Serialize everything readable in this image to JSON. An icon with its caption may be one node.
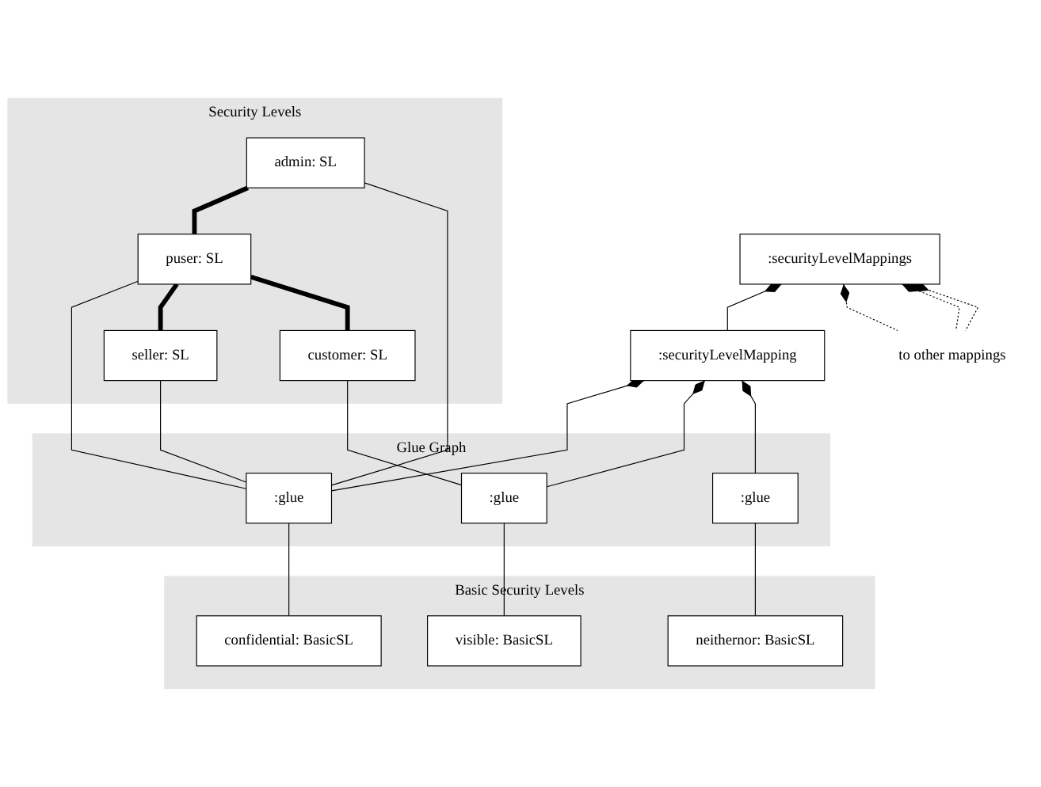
{
  "diagram": {
    "nodes": [
      {
        "text": [
          ":securityLevelMappings"
        ]
      },
      {
        "text": [
          ":securityLevelMapping"
        ]
      },
      {
        "text": [
          "Security Levels"
        ]
      },
      {
        "text": [
          "admin: SL"
        ],
        "in": 2
      },
      {
        "text": [
          "puser: SL"
        ],
        "in": 2
      },
      {
        "text": [
          "seller: SL"
        ],
        "in": 2
      },
      {
        "text": [
          "customer: SL"
        ],
        "in": 2
      },
      {
        "text": [
          "Glue Graph"
        ]
      },
      {
        "text": [
          ":glue"
        ],
        "in": 7
      },
      {
        "text": [
          ":glue"
        ],
        "in": 7
      },
      {
        "text": [
          ":glue"
        ],
        "in": 7
      },
      {
        "text": [
          "Basic Security Levels"
        ]
      },
      {
        "text": [
          "confidential: BasicSL"
        ],
        "in": 11
      },
      {
        "text": [
          "neithernor: BasicSL"
        ],
        "in": 11
      },
      {
        "text": [
          "visible: BasicSL"
        ],
        "in": 11
      },
      {
        "text": [
          "to other mappings"
        ]
      }
    ],
    "edges": [
      {
        "from": 0,
        "to": 1,
        "arrow": "other"
      },
      {
        "from": 0,
        "to": 15,
        "arrow": "other",
        "style": "dashed"
      },
      {
        "from": 0,
        "to": 15,
        "arrow": "other",
        "style": "dashed"
      },
      {
        "from": 0,
        "to": 15,
        "arrow": "other",
        "style": "dashed"
      },
      {
        "from": 1,
        "to": 8,
        "arrow": "other"
      },
      {
        "from": 1,
        "to": 10,
        "arrow": "other"
      },
      {
        "from": 1,
        "to": 9,
        "arrow": "other"
      },
      {
        "from": 3,
        "to": 4,
        "arrow": "none",
        "style": "thick"
      },
      {
        "from": 3,
        "to": 8,
        "arrow": "none"
      },
      {
        "from": 4,
        "to": 8,
        "arrow": "none"
      },
      {
        "from": 8,
        "to": 12,
        "arrow": "none"
      },
      {
        "from": 4,
        "to": 5,
        "arrow": "none",
        "style": "thick"
      },
      {
        "from": 5,
        "to": 8,
        "arrow": "none"
      },
      {
        "from": 4,
        "to": 6,
        "arrow": "none",
        "style": "thick"
      },
      {
        "from": 9,
        "to": 13,
        "arrow": "none"
      },
      {
        "from": 6,
        "to": 10,
        "arrow": "none"
      },
      {
        "from": 10,
        "to": 14,
        "arrow": "none"
      }
    ]
  }
}
